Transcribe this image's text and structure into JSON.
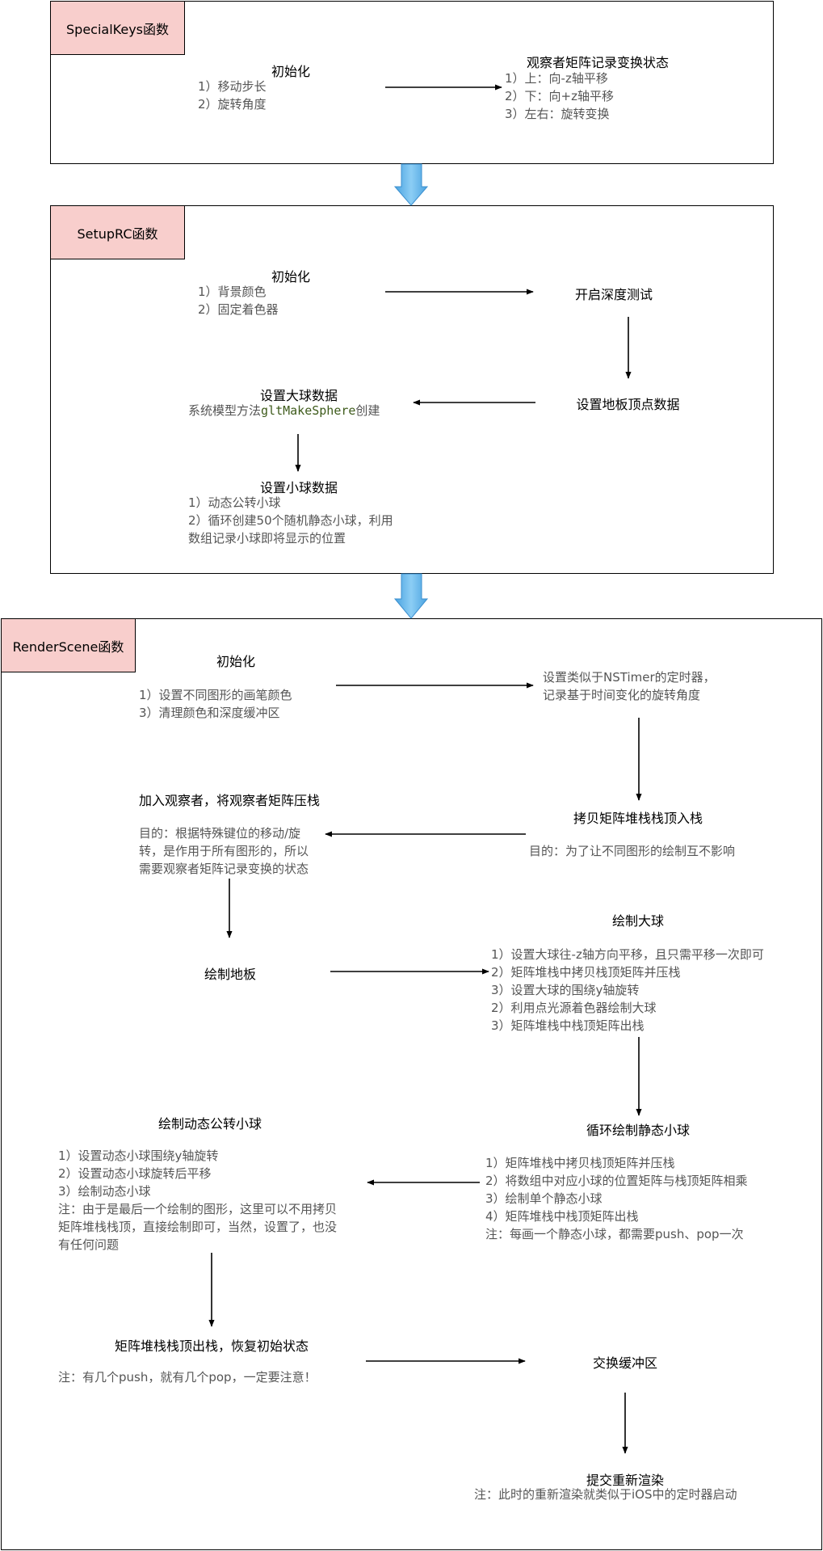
{
  "sections": [
    {
      "tag": "SpecialKeys函数",
      "init_title": "初始化",
      "init_items": [
        "1）移动步长",
        "2）旋转角度"
      ],
      "observer_title": "观察者矩阵记录变换状态",
      "observer_items": [
        "1）上：向-z轴平移",
        "2）下：向+z轴平移",
        "3）左右：旋转变换"
      ]
    },
    {
      "tag": "SetupRC函数",
      "init_title": "初始化",
      "init_items": [
        "1）背景颜色",
        "2）固定着色器"
      ],
      "depth_title": "开启深度测试",
      "floor_title": "设置地板顶点数据",
      "big_title": "设置大球数据",
      "big_desc_prefix": "系统模型方法",
      "big_desc_code": "gltMakeSphere",
      "big_desc_suffix": "创建",
      "small_title": "设置小球数据",
      "small_items": [
        "1）动态公转小球",
        "2）循环创建50个随机静态小球，利用",
        "数组记录小球即将显示的位置"
      ]
    },
    {
      "tag": "RenderScene函数",
      "init_title": "初始化",
      "init_items": [
        "1）设置不同图形的画笔颜色",
        "3）清理颜色和深度缓冲区"
      ],
      "timer_items": [
        "设置类似于NSTimer的定时器，",
        "记录基于时间变化的旋转角度"
      ],
      "copy_title": "拷贝矩阵堆栈栈顶入栈",
      "copy_desc": "目的：为了让不同图形的绘制互不影响",
      "observer_title": "加入观察者，将观察者矩阵压栈",
      "observer_items": [
        "目的：根据特殊键位的移动/旋",
        "转，是作用于所有图形的，所以",
        "需要观察者矩阵记录变换的状态"
      ],
      "floor_title": "绘制地板",
      "big_title": "绘制大球",
      "big_items": [
        "1）设置大球往-z轴方向平移，且只需平移一次即可",
        "2）矩阵堆栈中拷贝栈顶矩阵并压栈",
        "3）设置大球的围绕y轴旋转",
        "2）利用点光源着色器绘制大球",
        "3）矩阵堆栈中栈顶矩阵出栈"
      ],
      "static_title": "循环绘制静态小球",
      "static_items": [
        "1）矩阵堆栈中拷贝栈顶矩阵并压栈",
        "2）将数组中对应小球的位置矩阵与栈顶矩阵相乘",
        "3）绘制单个静态小球",
        "4）矩阵堆栈中栈顶矩阵出栈",
        "注：每画一个静态小球，都需要push、pop一次"
      ],
      "dynamic_title": "绘制动态公转小球",
      "dynamic_items": [
        "1）设置动态小球围绕y轴旋转",
        "2）设置动态小球旋转后平移",
        "3）绘制动态小球",
        "注：由于是最后一个绘制的图形，这里可以不用拷贝",
        "矩阵堆栈栈顶，直接绘制即可，当然，设置了，也没",
        "有任何问题"
      ],
      "restore_title": "矩阵堆栈栈顶出栈，恢复初始状态",
      "restore_note": "注：有几个push，就有几个pop，一定要注意！",
      "swap_title": "交换缓冲区",
      "submit_title": "提交重新渲染",
      "submit_note": "注：此时的重新渲染就类似于iOS中的定时器启动"
    }
  ],
  "colors": {
    "tag_fill": "#f8cecc",
    "connector_arrow": "#5fb3e6"
  }
}
